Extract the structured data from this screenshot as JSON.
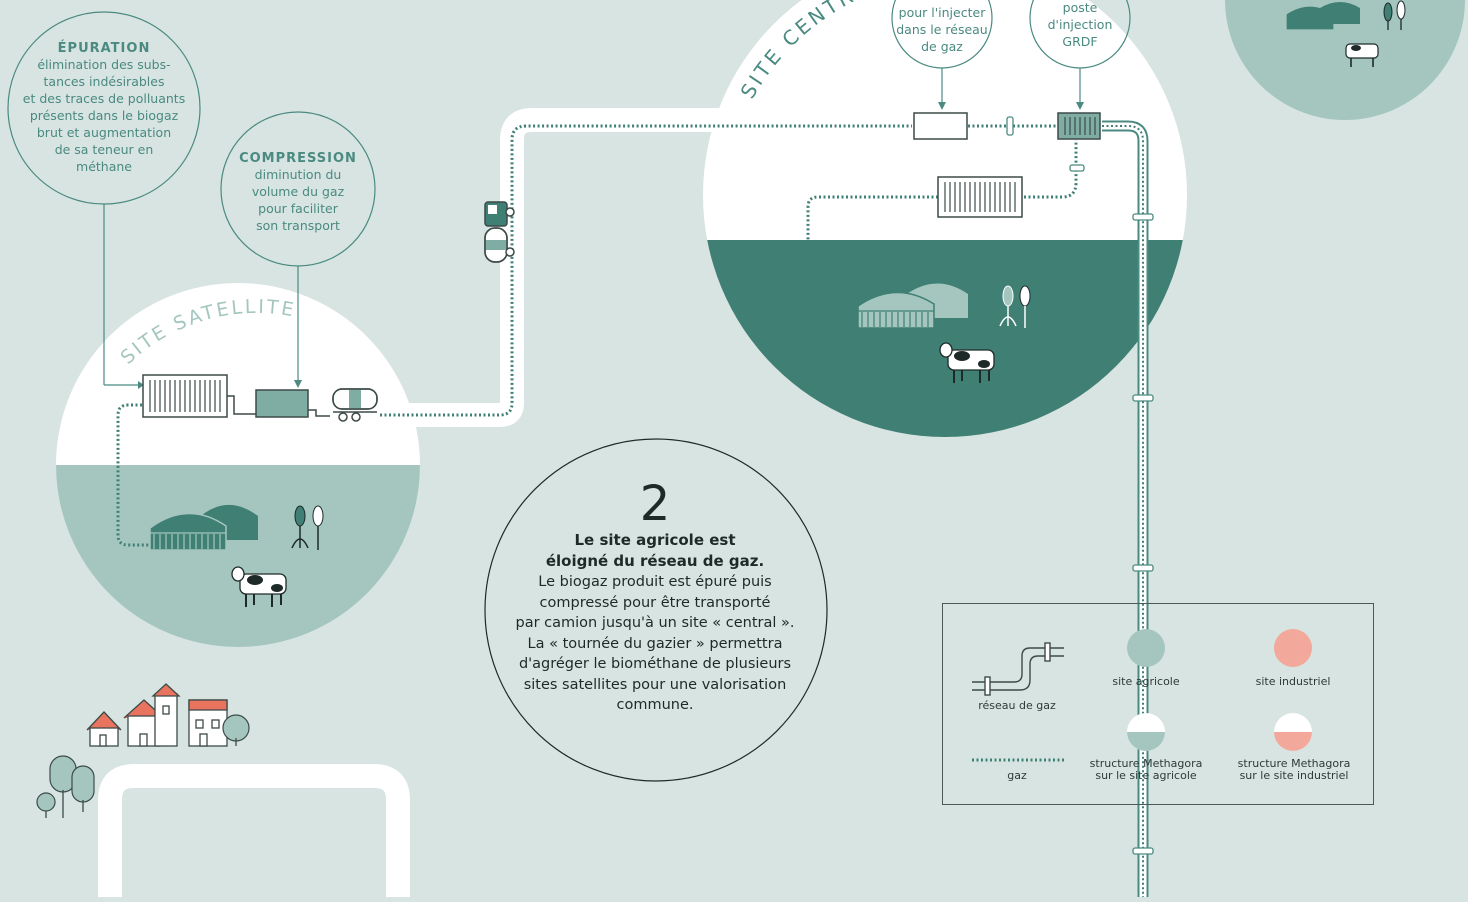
{
  "colors": {
    "background": "#d7e4e2",
    "farm_teal_dark": "#3f7f74",
    "farm_teal_light": "#a5c6bf",
    "line_teal": "#4a8a80",
    "industrial_salmon": "#f2a89a",
    "ink": "#1d2a28"
  },
  "bubbles": {
    "epuration": {
      "title": "ÉPURATION",
      "lines": [
        "élimination des subs-",
        "tances indésirables",
        "et des traces de polluants",
        "présents dans le biogaz",
        "brut et augmentation",
        "de sa teneur en",
        "méthane"
      ]
    },
    "compression": {
      "title": "COMPRESSION",
      "lines": [
        "diminution du",
        "volume du gaz",
        "pour faciliter",
        "son transport"
      ]
    },
    "injection_partial": {
      "lines": [
        "pour l'injecter",
        "dans le réseau",
        "de gaz"
      ]
    },
    "grdf": {
      "lines": [
        "poste",
        "d'injection",
        "GRDF"
      ]
    }
  },
  "site_labels": {
    "satellite": "SITE SATELLITE",
    "central": "SITE CENTRAL"
  },
  "explanation": {
    "number": "2",
    "bold_lines": [
      "Le site agricole est",
      "éloigné du réseau de gaz."
    ],
    "body_lines": [
      "Le biogaz produit est épuré puis",
      "compressé pour être transporté",
      "par camion jusqu'à un site « central ».",
      "La « tournée du gazier » permettra",
      "d'agréger le biométhane de plusieurs",
      "sites satellites pour une valorisation",
      "commune."
    ]
  },
  "legend": {
    "reseau": "réseau de gaz",
    "gaz": "gaz",
    "site_agricole": "site agricole",
    "site_industriel": "site industriel",
    "structure_agricole": [
      "structure Methagora",
      "sur le site agricole"
    ],
    "structure_industriel": [
      "structure Methagora",
      "sur le site industriel"
    ]
  },
  "icons": [
    "equipment-epuration-icon",
    "equipment-compression-icon",
    "tanker-trailer-icon",
    "gas-truck-icon",
    "digester-dome-icon",
    "crop-icon",
    "cow-icon",
    "house-icon",
    "tree-icon",
    "pipe-valve-icon",
    "injection-station-icon"
  ]
}
